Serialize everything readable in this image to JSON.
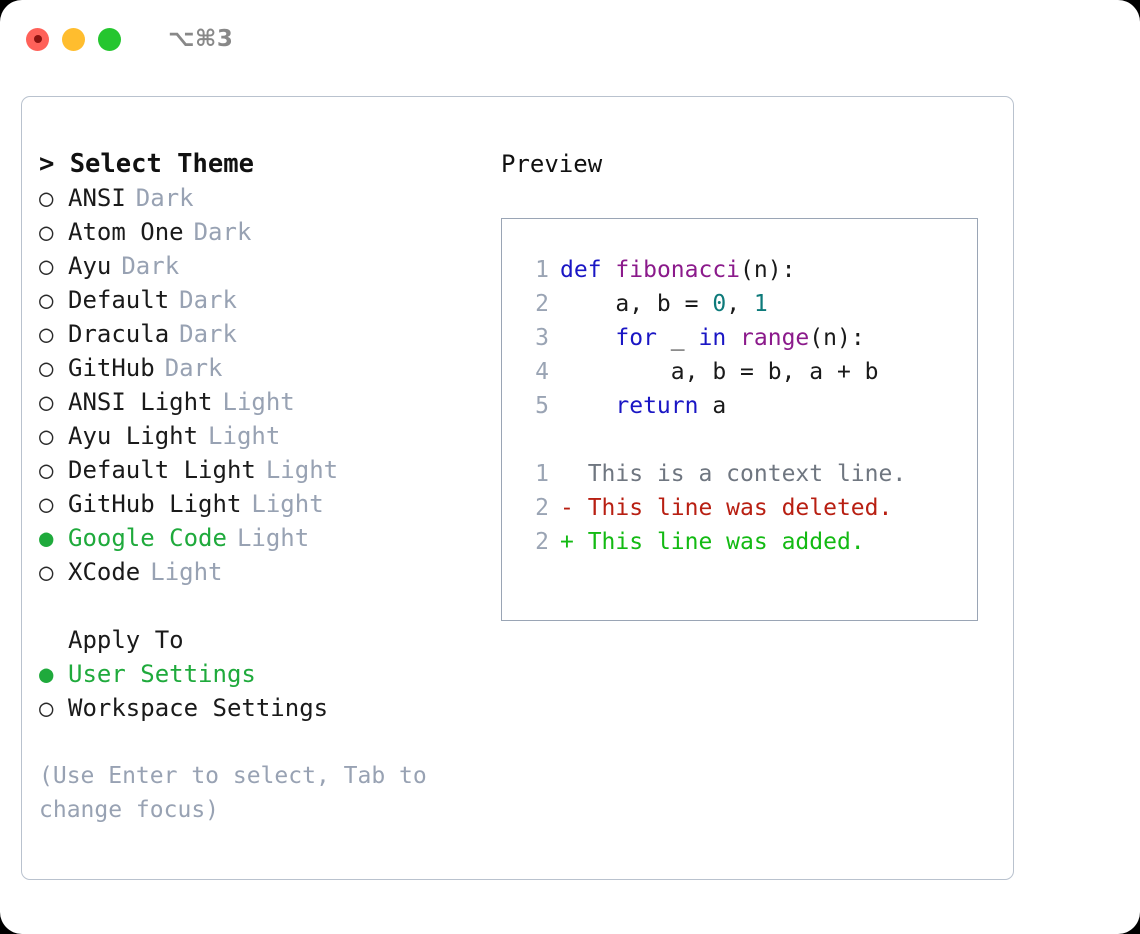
{
  "window": {
    "shortcut": "⌥⌘3",
    "traffic_lights": [
      {
        "name": "close",
        "color": "#ff6159"
      },
      {
        "name": "minimize",
        "color": "#ffbd2e"
      },
      {
        "name": "maximize",
        "color": "#25c62f"
      }
    ]
  },
  "theme_picker": {
    "header": "> Select Theme",
    "marker_selected": "●",
    "marker_unselected": "○",
    "items": [
      {
        "label": "ANSI",
        "tag": "Dark",
        "selected": false
      },
      {
        "label": "Atom One",
        "tag": "Dark",
        "selected": false
      },
      {
        "label": "Ayu",
        "tag": "Dark",
        "selected": false
      },
      {
        "label": "Default",
        "tag": "Dark",
        "selected": false
      },
      {
        "label": "Dracula",
        "tag": "Dark",
        "selected": false
      },
      {
        "label": "GitHub",
        "tag": "Dark",
        "selected": false
      },
      {
        "label": "ANSI Light",
        "tag": "Light",
        "selected": false
      },
      {
        "label": "Ayu Light",
        "tag": "Light",
        "selected": false
      },
      {
        "label": "Default Light",
        "tag": "Light",
        "selected": false
      },
      {
        "label": "GitHub Light",
        "tag": "Light",
        "selected": false
      },
      {
        "label": "Google Code",
        "tag": "Light",
        "selected": true
      },
      {
        "label": "XCode",
        "tag": "Light",
        "selected": false
      }
    ]
  },
  "apply_to": {
    "header": "Apply To",
    "items": [
      {
        "label": "User Settings",
        "selected": true
      },
      {
        "label": "Workspace Settings",
        "selected": false
      }
    ]
  },
  "hint": "(Use Enter to select, Tab to change focus)",
  "preview": {
    "title": "Preview",
    "code_lines": [
      {
        "no": "1",
        "tokens": [
          {
            "t": "def",
            "c": "kw"
          },
          {
            "t": " ",
            "c": "plain"
          },
          {
            "t": "fibonacci",
            "c": "fn"
          },
          {
            "t": "(n):",
            "c": "plain"
          }
        ]
      },
      {
        "no": "2",
        "tokens": [
          {
            "t": "    a, b = ",
            "c": "plain"
          },
          {
            "t": "0",
            "c": "num"
          },
          {
            "t": ", ",
            "c": "plain"
          },
          {
            "t": "1",
            "c": "num"
          }
        ]
      },
      {
        "no": "3",
        "tokens": [
          {
            "t": "    ",
            "c": "plain"
          },
          {
            "t": "for",
            "c": "kw"
          },
          {
            "t": " _ ",
            "c": "plain"
          },
          {
            "t": "in",
            "c": "kw"
          },
          {
            "t": " ",
            "c": "plain"
          },
          {
            "t": "range",
            "c": "fn"
          },
          {
            "t": "(n):",
            "c": "plain"
          }
        ]
      },
      {
        "no": "4",
        "tokens": [
          {
            "t": "        a, b = b, a + b",
            "c": "plain"
          }
        ]
      },
      {
        "no": "5",
        "tokens": [
          {
            "t": "    ",
            "c": "plain"
          },
          {
            "t": "return",
            "c": "kw"
          },
          {
            "t": " a",
            "c": "plain"
          }
        ]
      }
    ],
    "diff_lines": [
      {
        "no": "1",
        "sign": " ",
        "text": "This is a context line.",
        "kind": "diff-ctx"
      },
      {
        "no": "2",
        "sign": "-",
        "text": "This line was deleted.",
        "kind": "diff-del"
      },
      {
        "no": "2",
        "sign": "+",
        "text": "This line was added.",
        "kind": "diff-add"
      }
    ]
  },
  "colors": {
    "accent_green": "#1faa3c",
    "muted_gray": "#98a2b3",
    "keyword_blue": "#1a16c4",
    "function_purple": "#8b1a8b",
    "number_teal": "#0d7a7a",
    "diff_delete_red": "#b81f12",
    "diff_add_green": "#13ba13",
    "panel_border": "#b9c2ce",
    "preview_border": "#9aa5b5"
  }
}
